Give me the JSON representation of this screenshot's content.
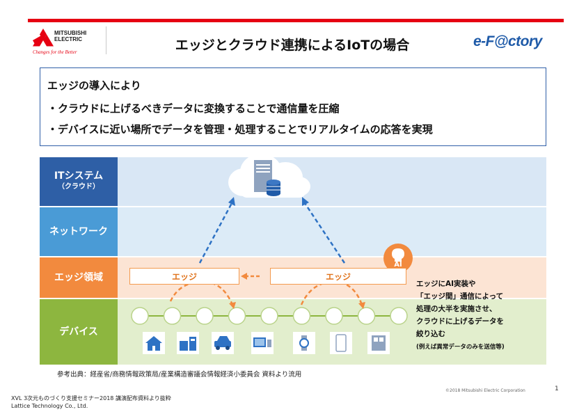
{
  "header": {
    "logo_line1": "MITSUBISHI",
    "logo_line2": "ELECTRIC",
    "logo_tagline": "Changes for the Better",
    "title": "エッジとクラウド連携によるIoTの場合",
    "brand": "e-F@ctory"
  },
  "summary": {
    "heading": "エッジの導入により",
    "bullets": [
      "・クラウドに上げるべきデータに変換することで通信量を圧縮",
      "・デバイスに近い場所でデータを管理・処理することでリアルタイムの応答を実現"
    ]
  },
  "layers": {
    "it_line1": "ITシステム",
    "it_line2": "（クラウド）",
    "network": "ネットワーク",
    "edge": "エッジ領域",
    "device": "デバイス"
  },
  "edge": {
    "box_left": "エッジ",
    "box_right": "エッジ",
    "ai_label": "AI"
  },
  "note": {
    "lines": [
      "エッジにAI実装や",
      "「エッジ間」通信によって",
      "処理の大半を実施させ、",
      "クラウドに上げるデータを",
      "絞り込む"
    ],
    "small": "(例えば異常データのみを送信等)"
  },
  "source": "参考出典：経産省/商務情報政策局/産業構造審議会情報経済小委員会 資料より流用",
  "copyright": "©2018 Mitsubishi Electric Corporation",
  "page_number": "1",
  "footer": {
    "line1": "XVL 3次元ものづくり支援セミナー2018 講演配布資料より抜粋",
    "line2": "Lattice Technology Co., Ltd."
  },
  "colors": {
    "accent_red": "#e60012",
    "it_band": "#d9e7f5",
    "it_label": "#2e5fa6",
    "network_band": "#dcebf7",
    "network_label": "#4a9bd6",
    "edge_band": "#fce4d4",
    "edge_label": "#f28a3e",
    "device_band": "#e2eecd",
    "device_label": "#8db63f"
  }
}
